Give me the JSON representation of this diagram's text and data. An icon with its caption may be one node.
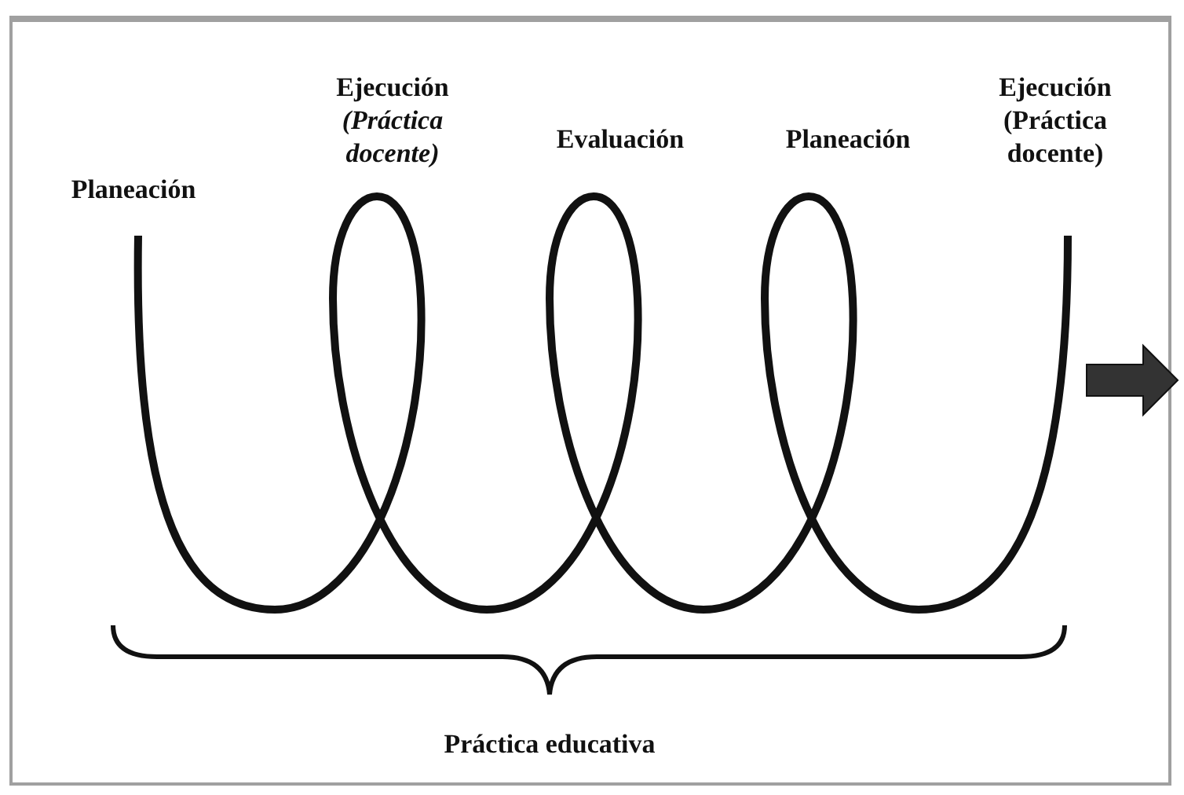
{
  "diagram": {
    "labels": [
      "Planeación",
      "Ejecución *(Práctica docente)*",
      "Evaluación",
      "Planeación",
      "Ejecución (Práctica docente)",
      "Práctica educativa"
    ]
  }
}
